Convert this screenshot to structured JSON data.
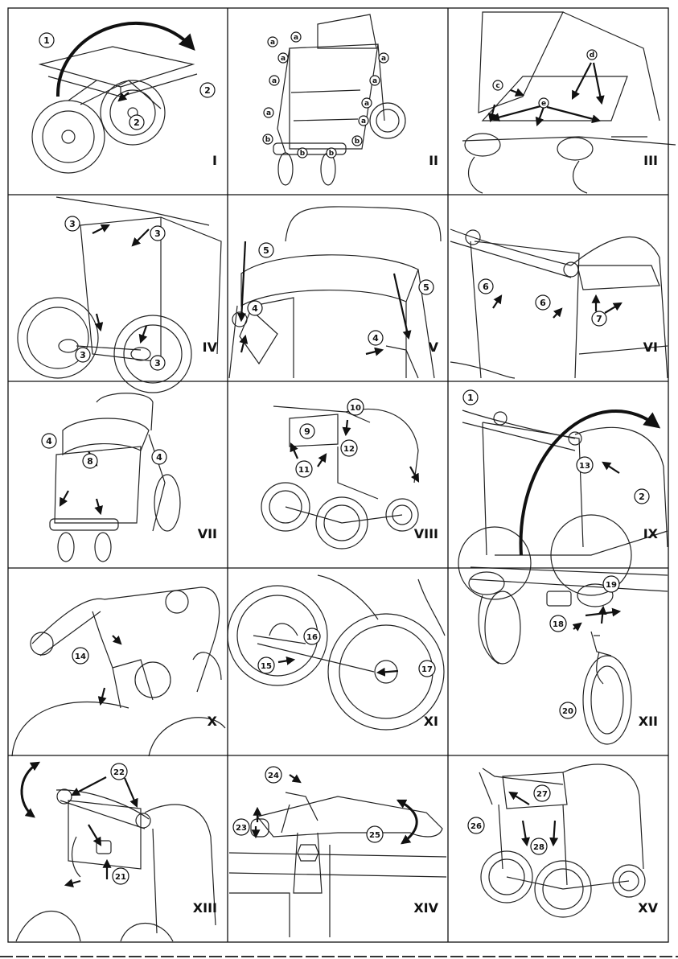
{
  "panels": [
    {
      "numeral": "I",
      "callouts": [
        "1",
        "2",
        "2"
      ]
    },
    {
      "numeral": "II",
      "callouts": [
        "a",
        "a",
        "a",
        "a",
        "a",
        "a",
        "a",
        "a",
        "a",
        "b",
        "b",
        "b",
        "b"
      ]
    },
    {
      "numeral": "III",
      "callouts": [
        "c",
        "d",
        "e"
      ]
    },
    {
      "numeral": "IV",
      "callouts": [
        "3",
        "3",
        "3",
        "3"
      ]
    },
    {
      "numeral": "V",
      "callouts": [
        "5",
        "5",
        "4",
        "4"
      ]
    },
    {
      "numeral": "VI",
      "callouts": [
        "6",
        "6",
        "7"
      ]
    },
    {
      "numeral": "VII",
      "callouts": [
        "4",
        "4",
        "8"
      ]
    },
    {
      "numeral": "VIII",
      "callouts": [
        "10",
        "9",
        "12",
        "11"
      ]
    },
    {
      "numeral": "IX",
      "callouts": [
        "1",
        "13",
        "2"
      ]
    },
    {
      "numeral": "X",
      "callouts": [
        "14"
      ]
    },
    {
      "numeral": "XI",
      "callouts": [
        "16",
        "15",
        "17"
      ]
    },
    {
      "numeral": "XII",
      "callouts": [
        "19",
        "18",
        "20"
      ]
    },
    {
      "numeral": "XIII",
      "callouts": [
        "22",
        "21"
      ]
    },
    {
      "numeral": "XIV",
      "callouts": [
        "24",
        "23",
        "25"
      ]
    },
    {
      "numeral": "XV",
      "callouts": [
        "27",
        "26",
        "28"
      ]
    }
  ]
}
